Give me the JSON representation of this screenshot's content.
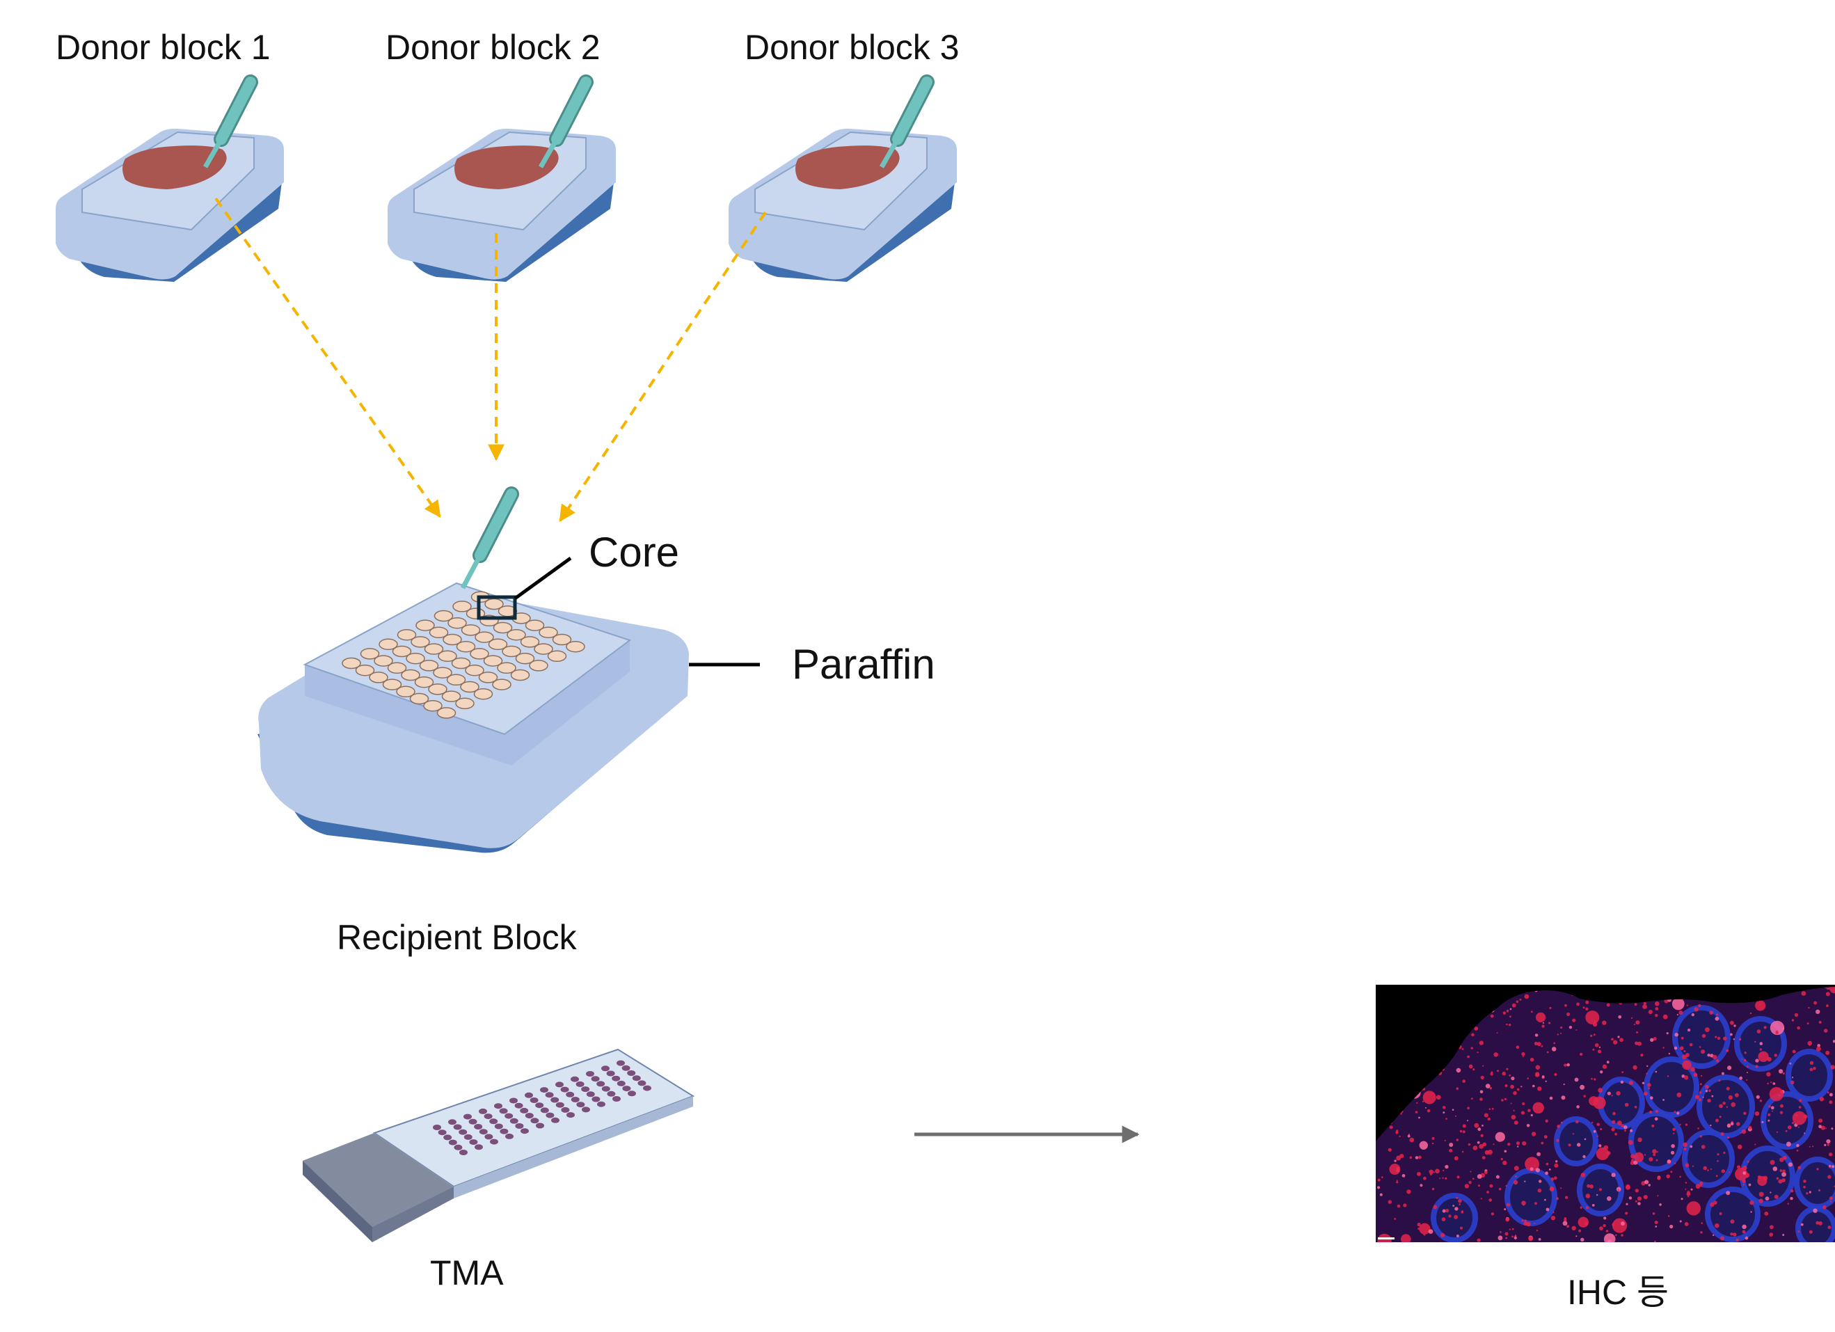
{
  "donors": [
    {
      "label": "Donor block 1"
    },
    {
      "label": "Donor block 2"
    },
    {
      "label": "Donor block 3"
    }
  ],
  "recipient": {
    "core_label": "Core",
    "paraffin_label": "Paraffin",
    "block_label": "Recipient Block",
    "core_rows": 8,
    "core_cols": 8
  },
  "tma": {
    "label": "TMA",
    "spot_rows": 6,
    "spot_cols": 13
  },
  "result": {
    "label": "IHC 등"
  },
  "colors": {
    "tray_top": "#b7c9e8",
    "tray_side": "#3f6fae",
    "tray_inner": "#c9d8ee",
    "tissue": "#a8564f",
    "needle": "#6fc2bd",
    "transfer_arrow": "#f4b400",
    "core_fill": "#f3d6c0",
    "tma_spot": "#7b4f7a",
    "process_arrow": "#6e6e6e",
    "ihc_background": "#000000",
    "ihc_red": "#e6234a",
    "ihc_blue": "#2b3ec8"
  }
}
